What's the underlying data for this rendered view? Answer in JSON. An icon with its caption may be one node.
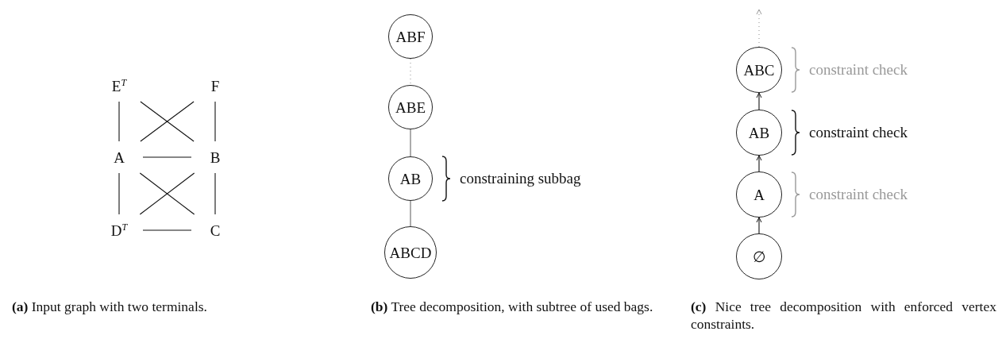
{
  "diagram": {
    "nodes": [
      {
        "text": [
          "E$^{T}$"
        ]
      },
      {
        "text": [
          "F"
        ]
      },
      {
        "text": [
          "A"
        ]
      },
      {
        "text": [
          "B"
        ]
      },
      {
        "text": [
          "D$^{T}$"
        ]
      },
      {
        "text": [
          "C"
        ]
      },
      {
        "text": [
          "ABF"
        ]
      },
      {
        "text": [
          "ABE"
        ]
      },
      {
        "text": [
          "AB"
        ],
        "beside": [
          "constraining subbag"
        ]
      },
      {
        "text": [
          "ABCD"
        ]
      },
      {
        "text": [
          "ABC"
        ],
        "beside": [
          "constraint check"
        ]
      },
      {
        "text": [
          "AB"
        ],
        "beside": [
          "constraint check"
        ]
      },
      {
        "text": [
          "A"
        ],
        "beside": [
          "constraint check"
        ]
      },
      {
        "text": [
          "∅"
        ]
      }
    ],
    "edges": [
      {
        "from": 0,
        "to": 2,
        "arrow": "none"
      },
      {
        "from": 0,
        "to": 3,
        "arrow": "none"
      },
      {
        "from": 1,
        "to": 2,
        "arrow": "none"
      },
      {
        "from": 1,
        "to": 3,
        "arrow": "none"
      },
      {
        "from": 2,
        "to": 3,
        "arrow": "none"
      },
      {
        "from": 2,
        "to": 4,
        "arrow": "none"
      },
      {
        "from": 2,
        "to": 5,
        "arrow": "none"
      },
      {
        "from": 3,
        "to": 4,
        "arrow": "none"
      },
      {
        "from": 3,
        "to": 5,
        "arrow": "none"
      },
      {
        "from": 4,
        "to": 5,
        "arrow": "none"
      },
      {
        "from": 6,
        "to": 7,
        "arrow": "none",
        "style": "dashed",
        "color": "#999999"
      },
      {
        "from": 7,
        "to": 8,
        "arrow": "none",
        "color": "#666666"
      },
      {
        "from": 8,
        "to": 9,
        "arrow": "none",
        "color": "#666666"
      },
      {
        "from": 13,
        "to": 12,
        "arrow": "to"
      },
      {
        "from": 12,
        "to": 11,
        "arrow": "to"
      },
      {
        "from": 11,
        "to": 10,
        "arrow": "to"
      },
      {
        "from": 10,
        "to": null,
        "arrow": "to",
        "style": "dashed",
        "color": "#999999"
      }
    ],
    "labels": [
      "**(a)** Input graph with two terminals.",
      "**(b)** Tree decomposition, with subtree of used bags.",
      "**(c)** Nice tree decomposition with enforced vertex constraints."
    ]
  }
}
